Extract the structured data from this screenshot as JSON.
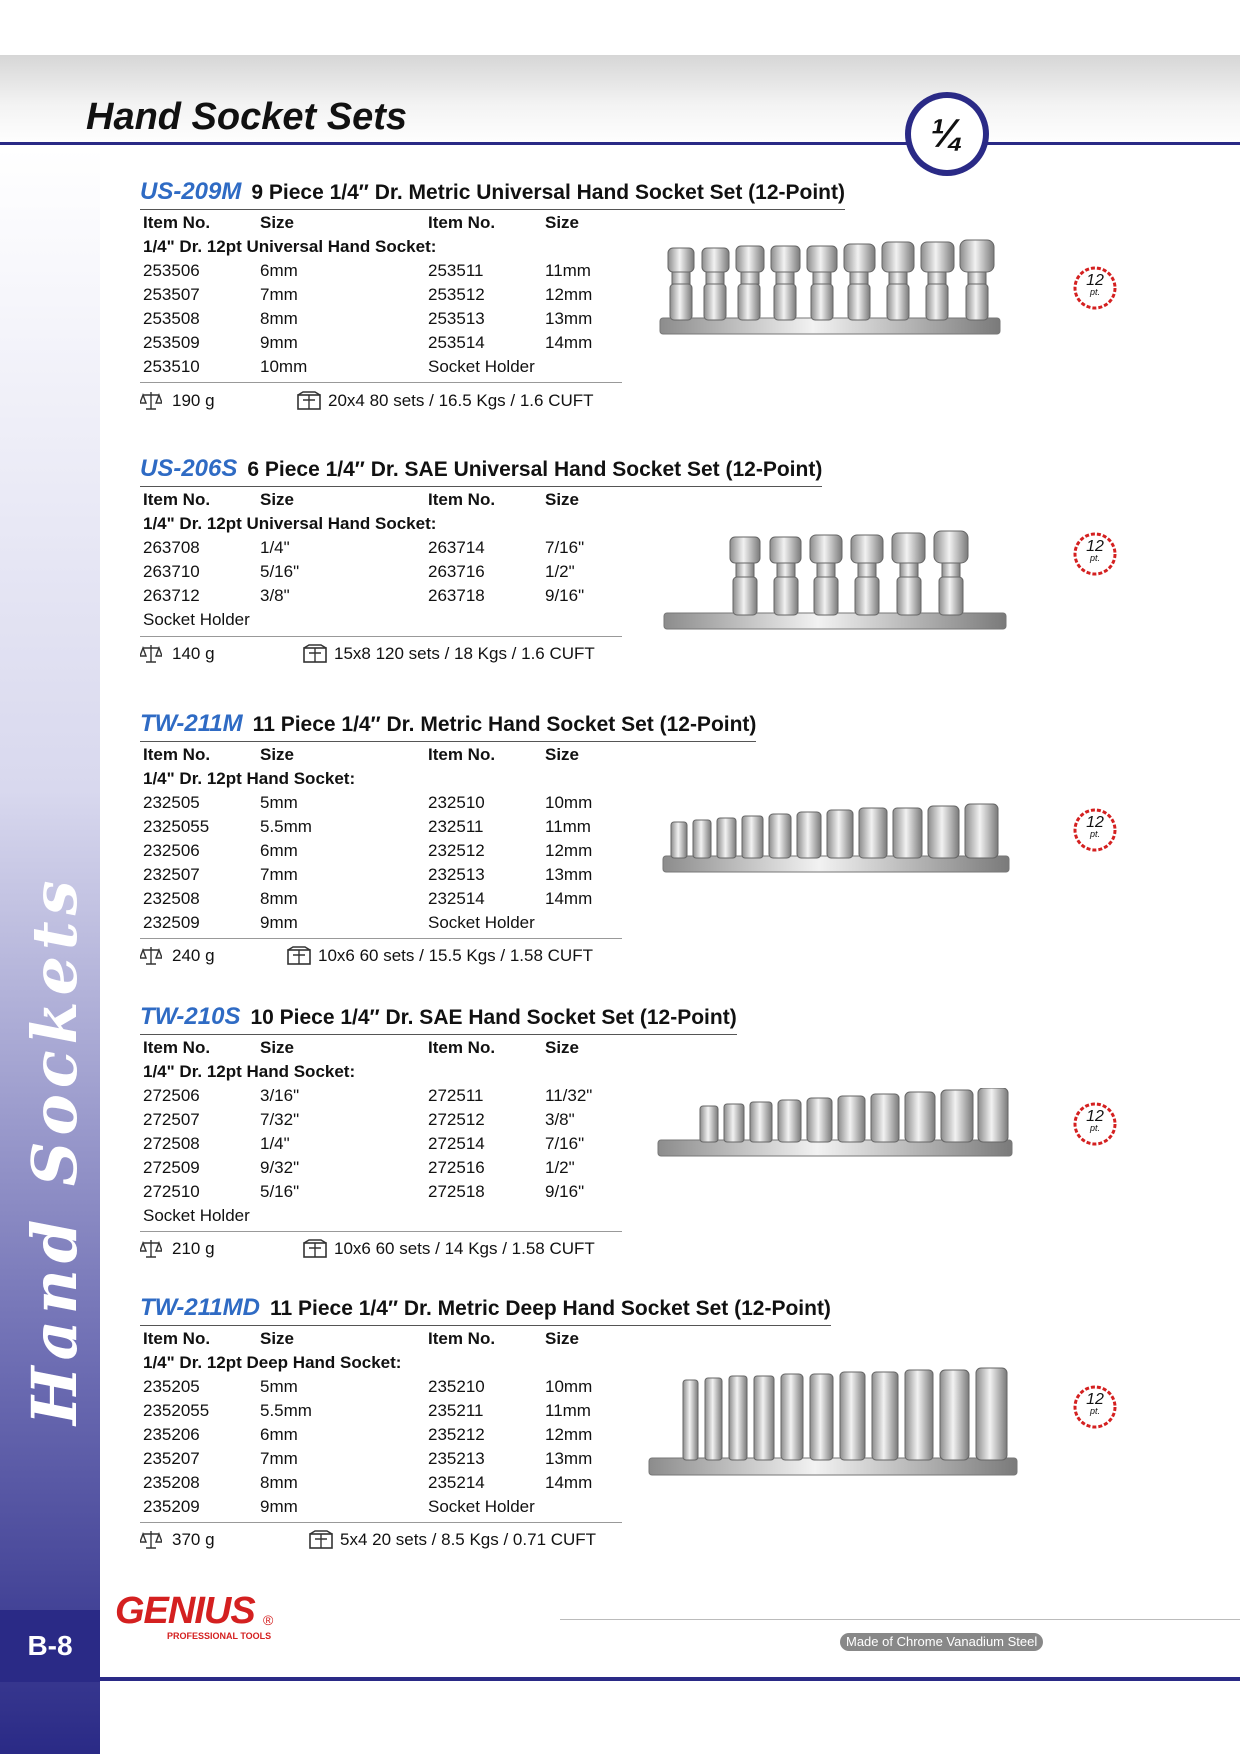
{
  "page": {
    "title": "Hand Socket Sets",
    "drive_badge": "¼",
    "sidebar_title": "Hand Sockets",
    "page_number": "B-8",
    "brand": "GENIUS",
    "brand_tagline": "PROFESSIONAL TOOLS",
    "brand_mark": "®",
    "material_note": "Made of Chrome Vanadium Steel"
  },
  "point_badge": {
    "num": "12",
    "sub": "pt."
  },
  "table_headers": {
    "item": "Item No.",
    "size": "Size"
  },
  "sections": [
    {
      "code": "US-209M",
      "description": "9 Piece 1/4″ Dr. Metric Universal Hand Socket Set (12-Point)",
      "subheading": "1/4\" Dr. 12pt Universal Hand Socket:",
      "rows": [
        [
          "253506",
          "6mm",
          "253511",
          "11mm"
        ],
        [
          "253507",
          "7mm",
          "253512",
          "12mm"
        ],
        [
          "253508",
          "8mm",
          "253513",
          "13mm"
        ],
        [
          "253509",
          "9mm",
          "253514",
          "14mm"
        ],
        [
          "253510",
          "10mm",
          "Socket Holder",
          ""
        ]
      ],
      "weight": "190 g",
      "carton": "20x4  80 sets / 16.5 Kgs / 1.6 CUFT"
    },
    {
      "code": "US-206S",
      "description": "6 Piece 1/4″ Dr. SAE Universal Hand Socket Set (12-Point)",
      "subheading": "1/4\" Dr. 12pt Universal Hand Socket:",
      "rows": [
        [
          "263708",
          "1/4\"",
          "263714",
          "7/16\""
        ],
        [
          "263710",
          "5/16\"",
          "263716",
          "1/2\""
        ],
        [
          "263712",
          "3/8\"",
          "263718",
          "9/16\""
        ],
        [
          "Socket Holder",
          "",
          "",
          ""
        ]
      ],
      "weight": "140 g",
      "carton": "15x8  120 sets / 18 Kgs / 1.6 CUFT"
    },
    {
      "code": "TW-211M",
      "description": "11 Piece 1/4″ Dr. Metric Hand Socket Set (12-Point)",
      "subheading": "1/4\" Dr. 12pt Hand Socket:",
      "rows": [
        [
          "232505",
          "5mm",
          "232510",
          "10mm"
        ],
        [
          "2325055",
          "5.5mm",
          "232511",
          "11mm"
        ],
        [
          "232506",
          "6mm",
          "232512",
          "12mm"
        ],
        [
          "232507",
          "7mm",
          "232513",
          "13mm"
        ],
        [
          "232508",
          "8mm",
          "232514",
          "14mm"
        ],
        [
          "232509",
          "9mm",
          "Socket Holder",
          ""
        ]
      ],
      "weight": "240 g",
      "carton": "10x6  60 sets / 15.5 Kgs / 1.58 CUFT"
    },
    {
      "code": "TW-210S",
      "description": "10 Piece 1/4″ Dr. SAE Hand Socket Set (12-Point)",
      "subheading": "1/4\" Dr. 12pt Hand Socket:",
      "rows": [
        [
          "272506",
          "3/16\"",
          "272511",
          "11/32\""
        ],
        [
          "272507",
          "7/32\"",
          "272512",
          "3/8\""
        ],
        [
          "272508",
          "1/4\"",
          "272514",
          "7/16\""
        ],
        [
          "272509",
          "9/32\"",
          "272516",
          "1/2\""
        ],
        [
          "272510",
          "5/16\"",
          "272518",
          "9/16\""
        ],
        [
          "Socket Holder",
          "",
          "",
          ""
        ]
      ],
      "weight": "210 g",
      "carton": "10x6  60 sets / 14 Kgs / 1.58 CUFT"
    },
    {
      "code": "TW-211MD",
      "description": "11 Piece 1/4″ Dr. Metric Deep Hand Socket Set (12-Point)",
      "subheading": "1/4\" Dr. 12pt Deep Hand Socket:",
      "rows": [
        [
          "235205",
          "5mm",
          "235210",
          "10mm"
        ],
        [
          "2352055",
          "5.5mm",
          "235211",
          "11mm"
        ],
        [
          "235206",
          "6mm",
          "235212",
          "12mm"
        ],
        [
          "235207",
          "7mm",
          "235213",
          "13mm"
        ],
        [
          "235208",
          "8mm",
          "235214",
          "14mm"
        ],
        [
          "235209",
          "9mm",
          "Socket Holder",
          ""
        ]
      ],
      "weight": "370 g",
      "carton": "5x4  20 sets / 8.5 Kgs / 0.71 CUFT"
    }
  ]
}
